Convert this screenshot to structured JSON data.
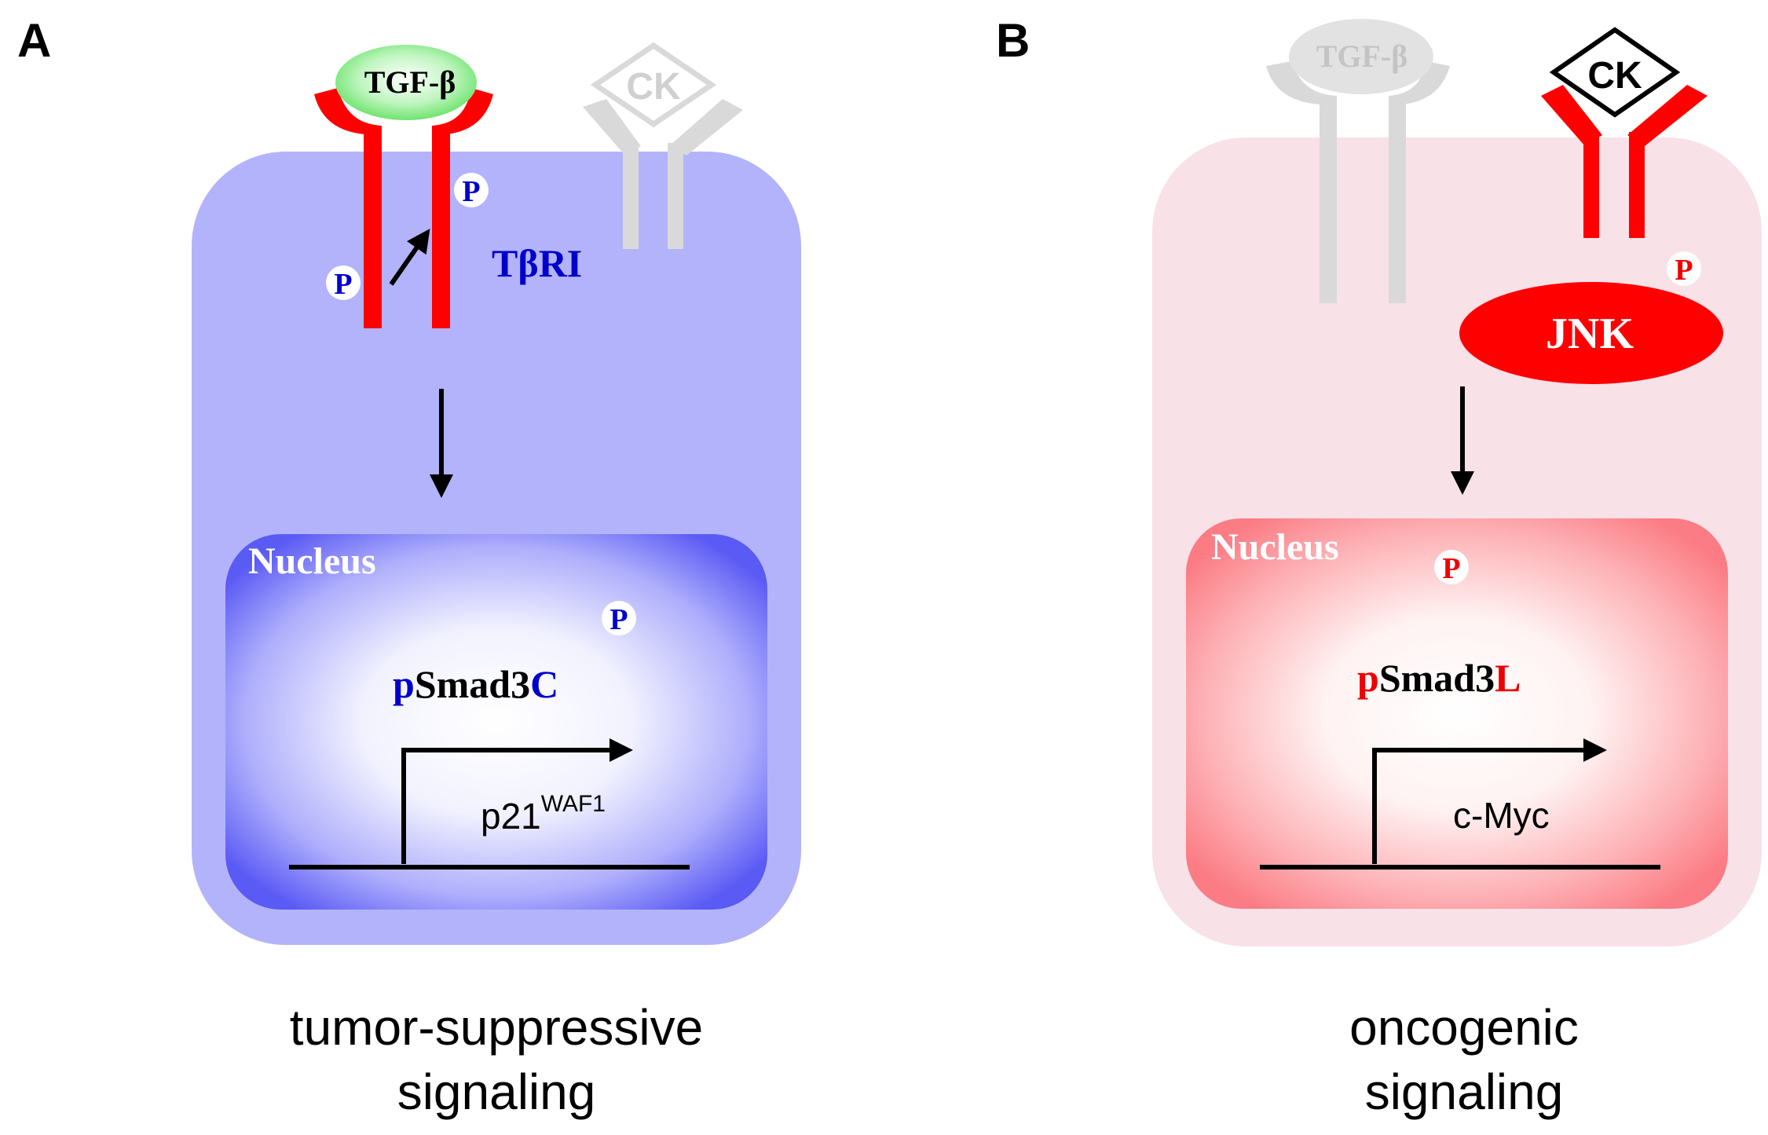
{
  "panel_a": {
    "letter": "A",
    "ligand": "TGF-β",
    "inactive_receptor_ligand": "CK",
    "receptor": "TβRI",
    "phospho": "P",
    "nucleus": "Nucleus",
    "smad_prefix": "p",
    "smad_core": "Smad3",
    "smad_suffix": "C",
    "gene": "p21",
    "gene_sup": "WAF1",
    "caption_line1": "tumor-suppressive",
    "caption_line2": "signaling",
    "colors": {
      "cell": "#b3b3fb",
      "nucleus_edge": "#5a5af5",
      "receptor": "#ff0000",
      "ligand": "#6ee86e",
      "accent": "#0000cc"
    }
  },
  "panel_b": {
    "letter": "B",
    "inactive_ligand": "TGF-β",
    "ligand": "CK",
    "kinase": "JNK",
    "phospho": "P",
    "nucleus": "Nucleus",
    "smad_prefix": "p",
    "smad_core": "Smad3",
    "smad_suffix": "L",
    "gene": "c-Myc",
    "caption_line1": "oncogenic",
    "caption_line2": "signaling",
    "colors": {
      "cell": "#f9e1e8",
      "nucleus_edge": "#fb7c84",
      "receptor": "#ff0000",
      "kinase": "#ff0000",
      "accent": "#ee0000"
    }
  }
}
